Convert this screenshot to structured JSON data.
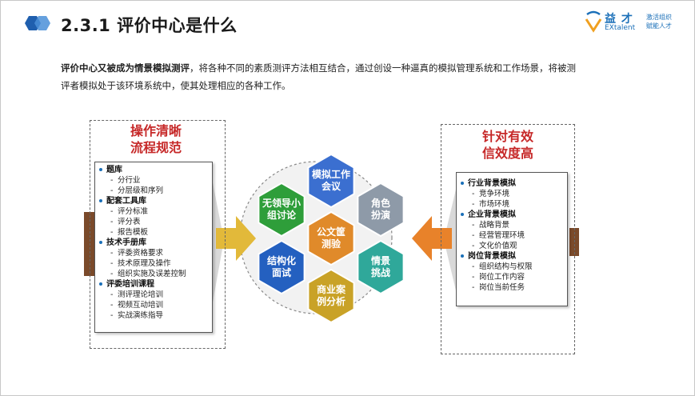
{
  "header": {
    "title": "2.3.1 评价中心是什么",
    "brand_name": "益 才",
    "brand_en": "EXtalent",
    "brand_slogan_1": "激活组织",
    "brand_slogan_2": "赋能人才"
  },
  "intro": {
    "bold": "评价中心又被成为情景模拟测评",
    "rest_line1": "，将各种不同的素质测评方法相互结合，通过创设一种逼真的模拟管理系统和工作场景，将被测",
    "line2": "评者模拟处于该环境系统中，使其处理相应的各种工作。"
  },
  "left_panel": {
    "title_1": "操作清晰",
    "title_2": "流程规范",
    "groups": [
      {
        "label": "题库",
        "items": [
          "分行业",
          "分层级和序列"
        ]
      },
      {
        "label": "配套工具库",
        "items": [
          "评分标准",
          "评分表",
          "报告模板"
        ]
      },
      {
        "label": "技术手册库",
        "items": [
          "评委资格要求",
          "技术原理及操作",
          "组织实施及误差控制"
        ]
      },
      {
        "label": "评委培训课程",
        "items": [
          "测评理论培训",
          "视频互动培训",
          "实战演练指导"
        ]
      }
    ]
  },
  "right_panel": {
    "title_1": "针对有效",
    "title_2": "信效度高",
    "groups": [
      {
        "label": "行业背景模拟",
        "items": [
          "竞争环境",
          "市场环境"
        ]
      },
      {
        "label": "企业背景模拟",
        "items": [
          "战略背景",
          "经营管理环境",
          "文化价值观"
        ]
      },
      {
        "label": "岗位背景模拟",
        "items": [
          "组织结构与权限",
          "岗位工作内容",
          "岗位当前任务"
        ]
      }
    ]
  },
  "hexagons": {
    "top": {
      "line1": "模拟工作",
      "line2": "会议",
      "color": "#3b6fd0"
    },
    "upper_left": {
      "line1": "无领导小",
      "line2": "组讨论",
      "color": "#2e9e3a"
    },
    "upper_right": {
      "line1": "角色",
      "line2": "扮演",
      "color": "#8e9aa8"
    },
    "center": {
      "line1": "公文筐",
      "line2": "测验",
      "color": "#e08a2a"
    },
    "lower_left": {
      "line1": "结构化",
      "line2": "面试",
      "color": "#2460c0"
    },
    "lower_right": {
      "line1": "情景",
      "line2": "挑战",
      "color": "#2fa89a"
    },
    "bottom": {
      "line1": "商业案",
      "line2": "例分析",
      "color": "#c9a227"
    }
  },
  "colors": {
    "accent_red": "#c62828",
    "brand_blue": "#1a6fb8",
    "arrow_left": "#e2b93a",
    "arrow_right": "#e8822a"
  }
}
